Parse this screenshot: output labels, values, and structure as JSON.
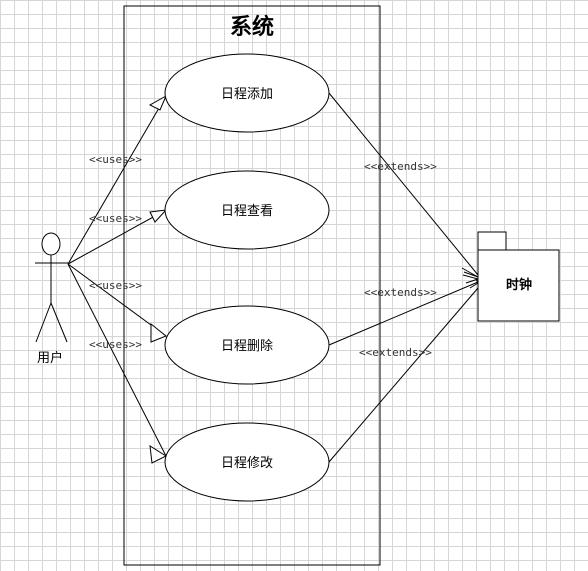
{
  "system": {
    "title": "系统"
  },
  "actor": {
    "label": "用户"
  },
  "use_cases": [
    {
      "label": "日程添加"
    },
    {
      "label": "日程查看"
    },
    {
      "label": "日程删除"
    },
    {
      "label": "日程修改"
    }
  ],
  "external": {
    "label": "时钟"
  },
  "uses_labels": [
    "<<uses>>",
    "<<uses>>",
    "<<uses>>",
    "<<uses>>"
  ],
  "extends_labels": [
    "<<extends>>",
    "<<extends>>",
    "<<extends>>"
  ]
}
